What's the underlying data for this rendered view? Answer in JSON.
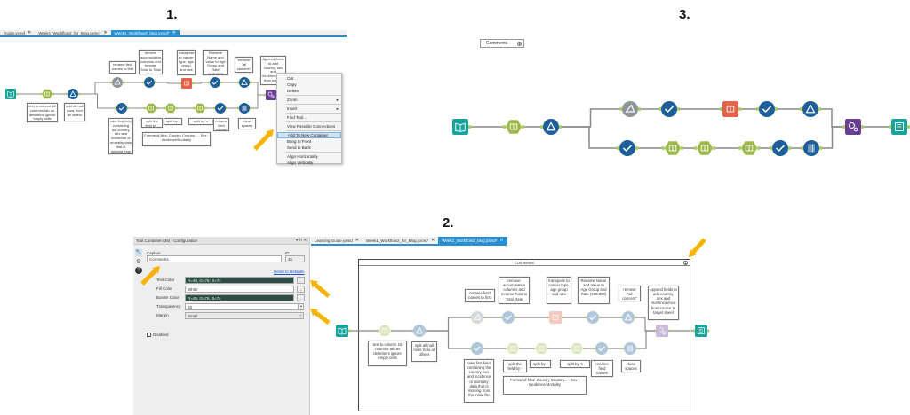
{
  "steps": {
    "one": "1.",
    "two": "2.",
    "three": "3."
  },
  "colors": {
    "accent": "#2a8fd0",
    "arrow": "#f5b400",
    "tool_blue": "#1f5f99",
    "tool_green": "#9db84a",
    "tool_teal": "#1aa39a",
    "tool_red": "#e2624a",
    "tool_purple": "#6a3f93",
    "tool_gray": "#8b959a"
  },
  "tool_icons": {
    "input": "book-input-icon",
    "text_to_columns": "text-to-columns-hex-icon",
    "filter": "filter-triangle-icon",
    "dynamic_rename": "dynamic-rename-icon",
    "select": "select-check-icon",
    "transpose": "transpose-icon",
    "data_cleansing": "data-cleansing-icon",
    "append": "append-fields-icon",
    "output": "output-browse-icon"
  },
  "panel1": {
    "tabs": [
      {
        "label": "Guide.yxmd",
        "active": false
      },
      {
        "label": "Week1_Workflow2_for_Blog.yxmc*",
        "active": false
      },
      {
        "label": "Week1_Workflow2_blog.yxmd*",
        "active": true
      }
    ],
    "context_menu": [
      {
        "label": "Cut"
      },
      {
        "label": "Copy"
      },
      {
        "label": "Delete"
      },
      {
        "sep": true
      },
      {
        "label": "Zoom",
        "submenu": true
      },
      {
        "sep": true
      },
      {
        "label": "Insert",
        "submenu": true
      },
      {
        "sep": true
      },
      {
        "label": "Find Tool..."
      },
      {
        "sep": true
      },
      {
        "label": "View Possible Connections"
      },
      {
        "sep": true
      },
      {
        "label": "Add To New Container",
        "highlighted": true
      },
      {
        "label": "Bring to Front"
      },
      {
        "label": "Send to Back"
      },
      {
        "sep": true
      },
      {
        "label": "Align Horizontally"
      },
      {
        "label": "Align Vertically"
      }
    ]
  },
  "comments": [
    "text to column 16 columns tab as delimiters ignore empty cells",
    "split all null rows from all others",
    "rename field names to first row",
    "remove accumulative columns and rename Total to Total Rate",
    "transpose to cancer type, age group and rate",
    "Rename Name and Value to Age Group and Rate (100,000)",
    "remove \"all cancers\"",
    "Append fields to add country, sex and mort/incidence from source to target sheet",
    "take first field containing the country, sex and incidence or mortality data that is missing from the initial file",
    "split the field by -",
    "split by :",
    "split by 's",
    "rename field names",
    "clean spaces",
    "Format of files: Country Country... - Sex : Incidence/Mortality"
  ],
  "panel2": {
    "config": {
      "title": "Tool Container (35) - Configuration",
      "header_icons": "▾ ⊓ ✕",
      "caption_label": "Caption",
      "caption_value": "Comments",
      "id_label": "ID",
      "id_value": "35",
      "reset_link": "Reset to Defaults",
      "text_color_label": "Text Color",
      "text_color_value": "R=49, G=76, B=74",
      "fill_color_label": "Fill Color",
      "fill_color_value": "White",
      "border_color_label": "Border Color",
      "border_color_value": "R=49, G=76, B=74",
      "transparency_label": "Transparency",
      "transparency_value": "25",
      "margin_label": "Margin",
      "margin_value": "Small",
      "picker_button": "...",
      "disabled_label": "Disabled",
      "disabled_checked": false
    },
    "tabs": [
      {
        "label": "Learning Guide.yxmd",
        "active": false
      },
      {
        "label": "Week1_Workflow2_for_Blog.yxmc*",
        "active": false
      },
      {
        "label": "Week1_Workflow2_blog.yxmd*",
        "active": true
      }
    ],
    "container_caption": "Comments",
    "container_transparency_pct": 25
  },
  "panel3": {
    "collapsed_container_caption": "Comments"
  }
}
